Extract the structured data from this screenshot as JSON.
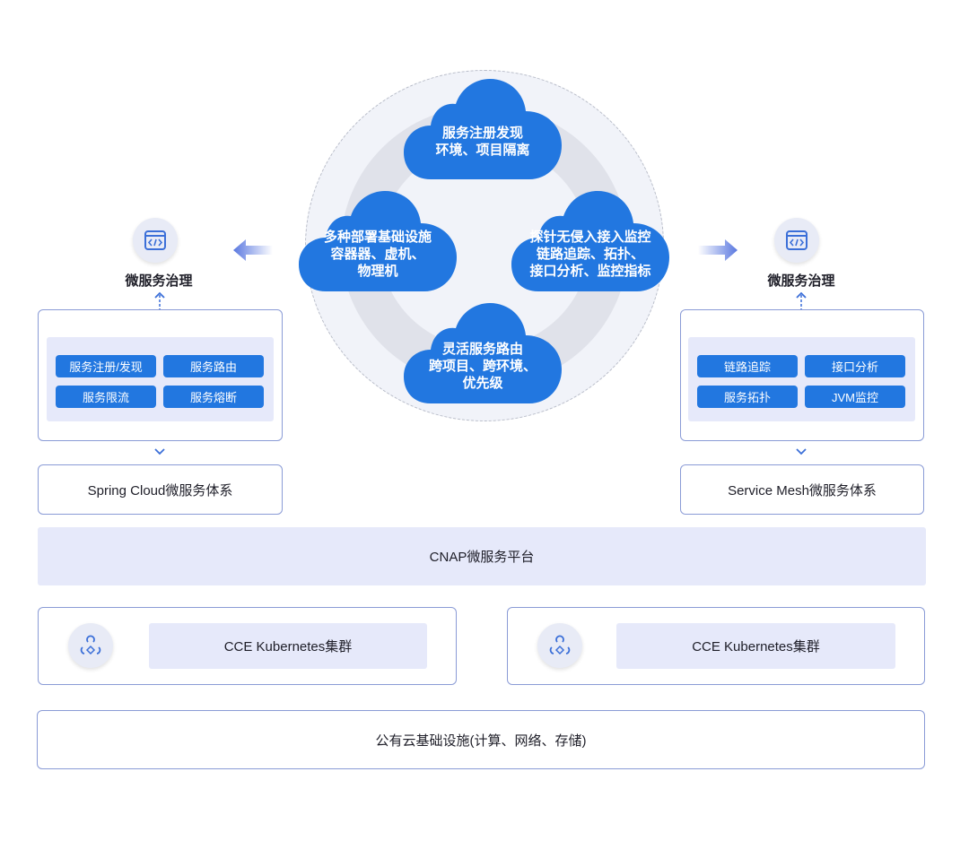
{
  "clouds": {
    "top": [
      "服务注册发现",
      "环境、项目隔离"
    ],
    "left": [
      "多种部署基础设施",
      "容器器、虚机、",
      "物理机"
    ],
    "right": [
      "探针无侵入接入监控",
      "链路追踪、拓扑、",
      "接口分析、监控指标"
    ],
    "bottom": [
      "灵活服务路由",
      "跨项目、跨环境、",
      "优先级"
    ]
  },
  "left": {
    "title": "微服务治理",
    "chips": [
      "服务注册/发现",
      "服务路由",
      "服务限流",
      "服务熔断"
    ],
    "system": "Spring Cloud微服务体系"
  },
  "right": {
    "title": "微服务治理",
    "chips": [
      "链路追踪",
      "接口分析",
      "服务拓扑",
      "JVM监控"
    ],
    "system": "Service Mesh微服务体系"
  },
  "platform": "CNAP微服务平台",
  "clusters": [
    "CCE Kubernetes集群",
    "CCE Kubernetes集群"
  ],
  "infrastructure": "公有云基础设施(计算、网络、存储)",
  "colors": {
    "cloud": "#2277e0",
    "accent": "#3b6fd8",
    "panel_fill": "#e6e9fa"
  }
}
